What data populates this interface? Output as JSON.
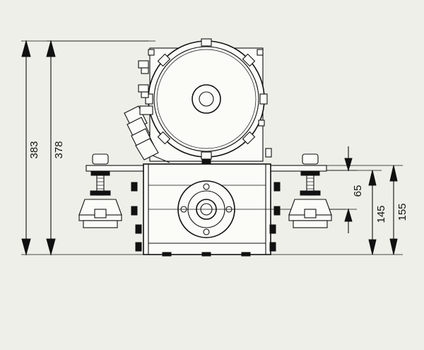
{
  "drawing": {
    "line_color": "#111111",
    "paper_color": "#efefe9",
    "dimensions": [
      {
        "id": "overall-height",
        "label": "383"
      },
      {
        "id": "motor-top-height",
        "label": "378"
      },
      {
        "id": "base-top-height",
        "label": "155"
      },
      {
        "id": "pad-height",
        "label": "145"
      },
      {
        "id": "shaft-to-base",
        "label": "65"
      }
    ]
  }
}
